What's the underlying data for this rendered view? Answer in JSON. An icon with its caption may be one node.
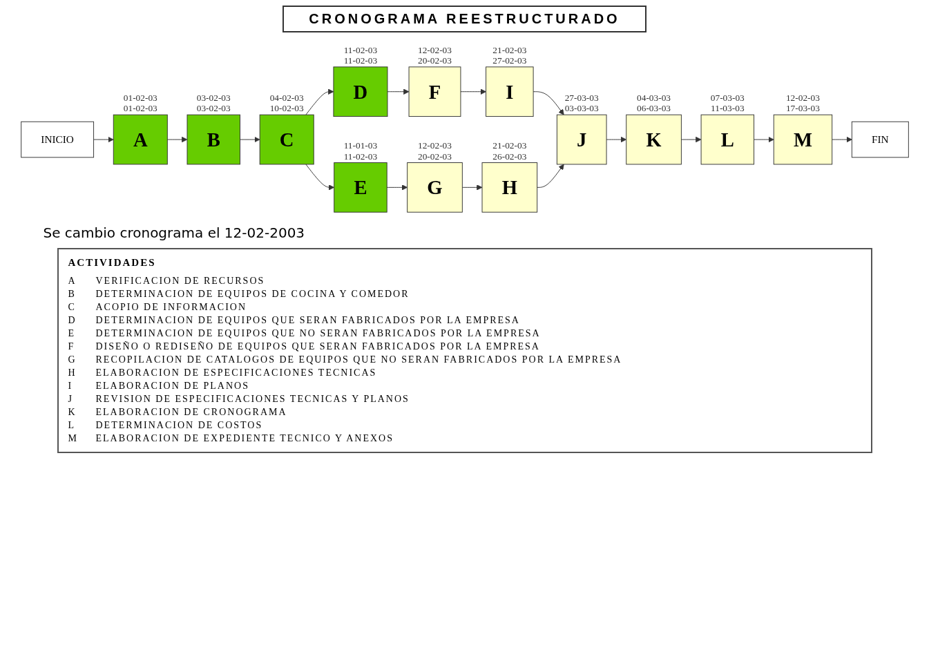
{
  "diagram": {
    "title": "CRONOGRAMA REESTRUCTURADO",
    "nodes": [
      {
        "text": [
          "INICIO"
        ]
      },
      {
        "text": [
          "A"
        ],
        "beside": [
          "01-02-03",
          "01-02-03"
        ]
      },
      {
        "text": [
          "B"
        ],
        "beside": [
          "03-02-03",
          "03-02-03"
        ]
      },
      {
        "text": [
          "C"
        ],
        "beside": [
          "04-02-03",
          "10-02-03"
        ]
      },
      {
        "text": [
          "D"
        ],
        "beside": [
          "11-02-03",
          "11-02-03"
        ]
      },
      {
        "text": [
          "F"
        ],
        "beside": [
          "12-02-03",
          "20-02-03"
        ]
      },
      {
        "text": [
          "I"
        ],
        "beside": [
          "21-02-03",
          "27-02-03"
        ]
      },
      {
        "text": [
          "E"
        ],
        "beside": [
          "11-01-03",
          "11-02-03"
        ]
      },
      {
        "text": [
          "G"
        ],
        "beside": [
          "12-02-03",
          "20-02-03"
        ]
      },
      {
        "text": [
          "H"
        ],
        "beside": [
          "21-02-03",
          "26-02-03"
        ]
      },
      {
        "text": [
          "J"
        ],
        "beside": [
          "27-03-03",
          "03-03-03"
        ]
      },
      {
        "text": [
          "K"
        ],
        "beside": [
          "04-03-03",
          "06-03-03"
        ]
      },
      {
        "text": [
          "L"
        ],
        "beside": [
          "07-03-03",
          "11-03-03"
        ]
      },
      {
        "text": [
          "M"
        ],
        "beside": [
          "12-02-03",
          "17-03-03"
        ]
      },
      {
        "text": [
          "FIN"
        ]
      }
    ],
    "edges": [
      {
        "from": 0,
        "to": 1,
        "arrow": "to"
      },
      {
        "from": 1,
        "to": 2,
        "arrow": "to"
      },
      {
        "from": 2,
        "to": 3,
        "arrow": "to"
      },
      {
        "from": 3,
        "to": 4,
        "arrow": "to"
      },
      {
        "from": 3,
        "to": 7,
        "arrow": "to"
      },
      {
        "from": 4,
        "to": 5,
        "arrow": "to"
      },
      {
        "from": 5,
        "to": 6,
        "arrow": "to"
      },
      {
        "from": 7,
        "to": 8,
        "arrow": "to"
      },
      {
        "from": 8,
        "to": 9,
        "arrow": "to"
      },
      {
        "from": 6,
        "to": 10,
        "arrow": "to"
      },
      {
        "from": 9,
        "to": 10,
        "arrow": "to"
      },
      {
        "from": 10,
        "to": 11,
        "arrow": "to"
      },
      {
        "from": 11,
        "to": 12,
        "arrow": "to"
      },
      {
        "from": 12,
        "to": 13,
        "arrow": "to"
      },
      {
        "from": 13,
        "to": 14,
        "arrow": "to"
      }
    ],
    "labels": [
      "Se cambio cronograma el 12-02-2003",
      "ACTIVIDADES",
      "A",
      "VERIFICACION DE RECURSOS",
      "B",
      "DETERMINACION DE EQUIPOS DE COCINA Y COMEDOR",
      "C",
      "ACOPIO DE INFORMACION",
      "D",
      "DETERMINACION DE EQUIPOS QUE SERAN FABRICADOS POR LA EMPRESA",
      "E",
      "DETERMINACION DE EQUIPOS QUE NO SERAN FABRICADOS POR LA EMPRESA",
      "F",
      "DISEÑO O REDISEÑO DE EQUIPOS QUE SERAN FABRICADOS POR LA EMPRESA",
      "G",
      "RECOPILACION DE CATALOGOS DE EQUIPOS QUE NO SERAN FABRICADOS POR LA EMPRESA",
      "H",
      "ELABORACION DE ESPECIFICACIONES TECNICAS",
      "I",
      "ELABORACION DE PLANOS",
      "J",
      "REVISION DE ESPECIFICACIONES TECNICAS Y PLANOS",
      "K",
      "ELABORACION DE CRONOGRAMA",
      "L",
      "DETERMINACION DE COSTOS",
      "M",
      "ELABORACION DE EXPEDIENTE TECNICO Y ANEXOS"
    ]
  }
}
